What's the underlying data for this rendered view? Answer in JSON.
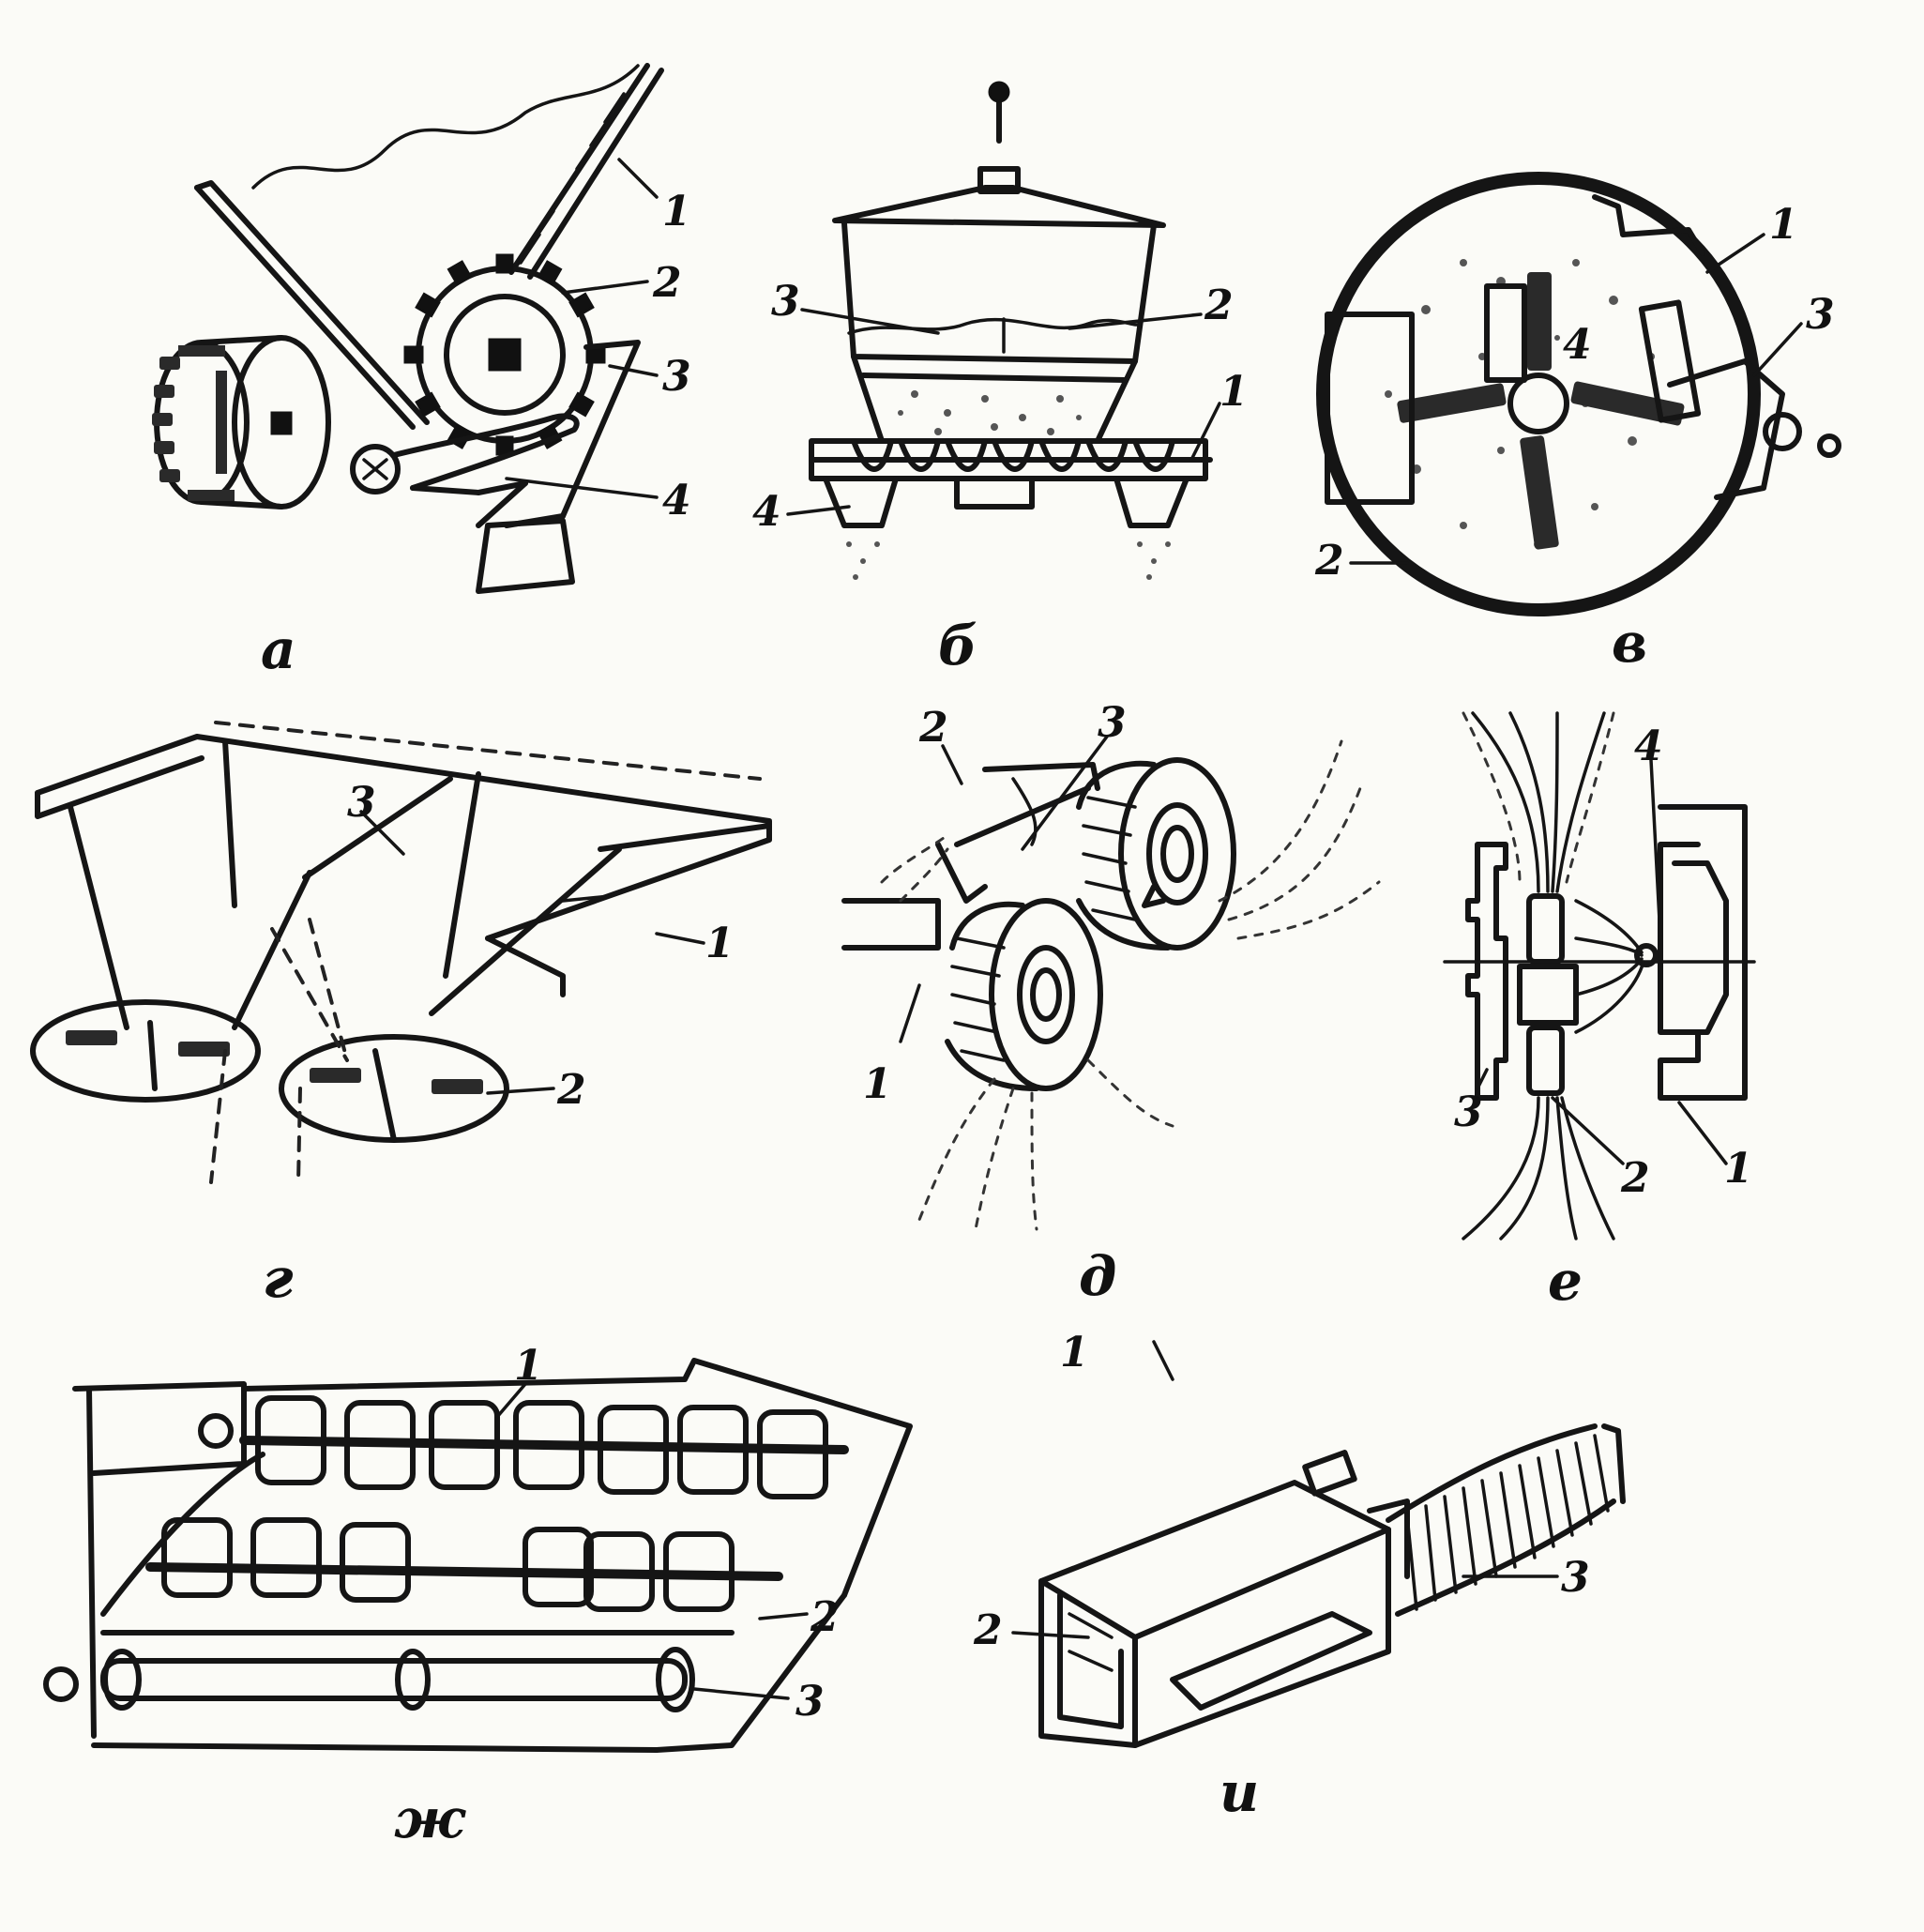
{
  "panels": [
    {
      "id": "a",
      "caption": "а",
      "callouts": [
        "1",
        "2",
        "3",
        "4"
      ]
    },
    {
      "id": "b",
      "caption": "б",
      "callouts": [
        "1",
        "2",
        "3",
        "4"
      ]
    },
    {
      "id": "v",
      "caption": "в",
      "callouts": [
        "1",
        "2",
        "3",
        "4"
      ]
    },
    {
      "id": "g",
      "caption": "г",
      "callouts": [
        "1",
        "2",
        "3"
      ]
    },
    {
      "id": "d",
      "caption": "д",
      "callouts": [
        "1",
        "2",
        "3"
      ]
    },
    {
      "id": "e",
      "caption": "е",
      "callouts": [
        "1",
        "2",
        "3",
        "4"
      ]
    },
    {
      "id": "zh",
      "caption": "ж",
      "callouts": [
        "1",
        "2",
        "3"
      ]
    },
    {
      "id": "i",
      "caption": "и",
      "callouts": [
        "1",
        "2",
        "3"
      ]
    }
  ]
}
